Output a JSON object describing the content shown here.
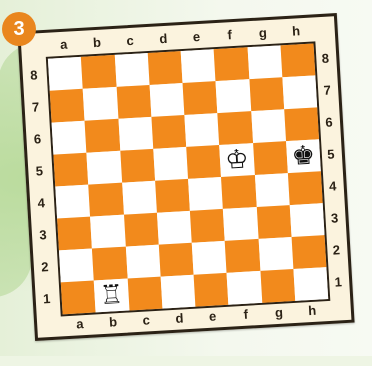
{
  "puzzle": {
    "number": "3"
  },
  "board": {
    "files": [
      "a",
      "b",
      "c",
      "d",
      "e",
      "f",
      "g",
      "h"
    ],
    "ranks": [
      "8",
      "7",
      "6",
      "5",
      "4",
      "3",
      "2",
      "1"
    ],
    "light_color": "#ffffff",
    "dark_color": "#f28a1c",
    "pieces": [
      {
        "square": "f5",
        "type": "king",
        "side": "white",
        "glyph": "♔",
        "icon": "white-king-icon"
      },
      {
        "square": "h5",
        "type": "king",
        "side": "black",
        "glyph": "♚",
        "icon": "black-king-icon"
      },
      {
        "square": "b1",
        "type": "rook",
        "side": "white",
        "glyph": "♖",
        "icon": "white-rook-icon"
      }
    ]
  }
}
